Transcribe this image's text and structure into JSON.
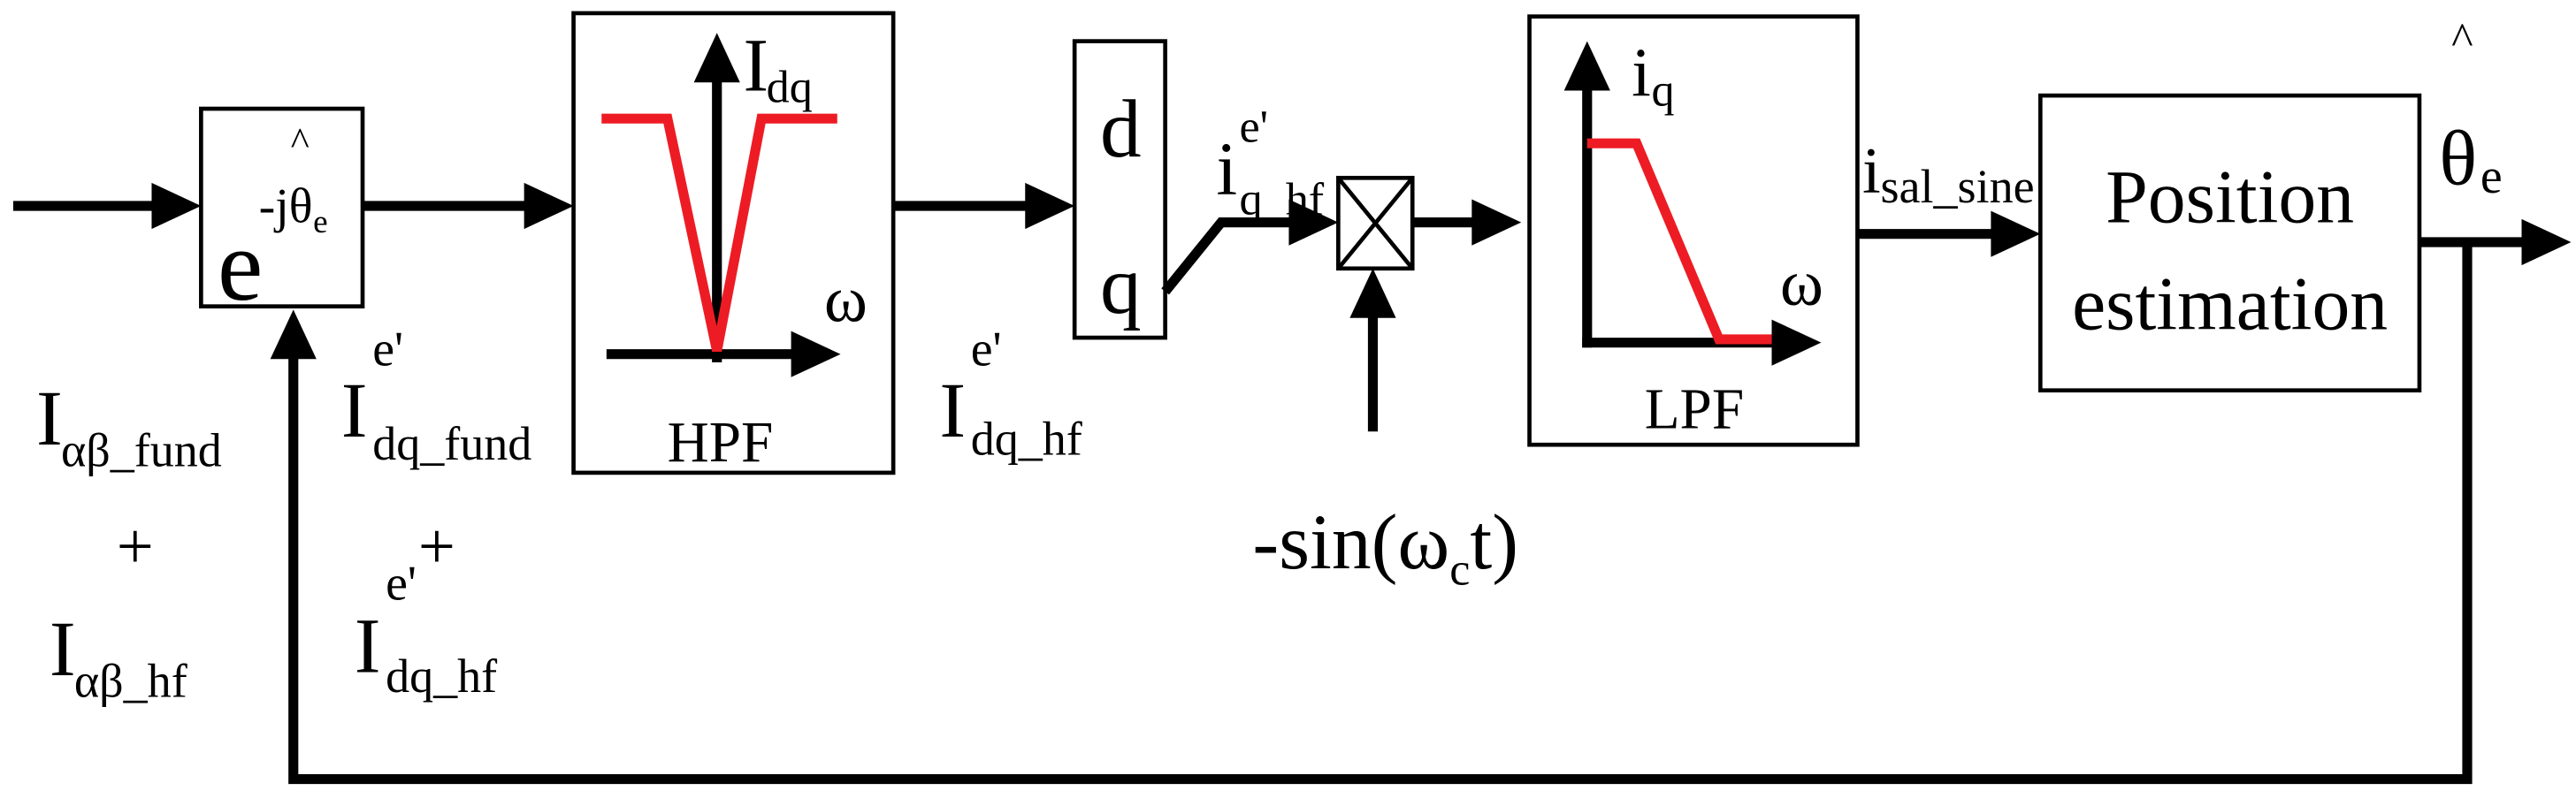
{
  "rotation_block": {
    "base": "e",
    "exponent": "-jθ",
    "exponent_sub": "e",
    "hat": "^"
  },
  "hpf_block": {
    "label": "HPF",
    "y_axis": "I",
    "y_axis_sub": "dq",
    "x_axis": "ω"
  },
  "dq_block": {
    "d": "d",
    "q": "q"
  },
  "lpf_block": {
    "label": "LPF",
    "y_axis": "i",
    "y_axis_sub": "q",
    "x_axis": "ω"
  },
  "position_block": {
    "line1": "Position",
    "line2": "estimation"
  },
  "signals": {
    "input_fund": {
      "main": "I",
      "sub": "αβ_fund"
    },
    "input_plus": "+",
    "input_hf": {
      "main": "I",
      "sub": "αβ_hf"
    },
    "rotated_fund": {
      "main": "I",
      "sup": "e'",
      "sub": "dq_fund"
    },
    "rotated_plus": "+",
    "rotated_hf": {
      "main": "I",
      "sup": "e'",
      "sub": "dq_hf"
    },
    "hpf_output": {
      "main": "I",
      "sup": "e'",
      "sub": "dq_hf"
    },
    "q_output": {
      "main": "i",
      "sup": "e'",
      "sub": "q_hf"
    },
    "carrier": {
      "main": "-sin(ω",
      "sub": "c",
      "tail": "t)"
    },
    "lpf_output": {
      "main": "i",
      "sub": "sal_sine"
    },
    "estimate": {
      "main": "θ",
      "sub": "e",
      "hat": "^"
    }
  },
  "colors": {
    "line": "#000000",
    "filter_response": "#ed1c24",
    "background": "#ffffff"
  }
}
